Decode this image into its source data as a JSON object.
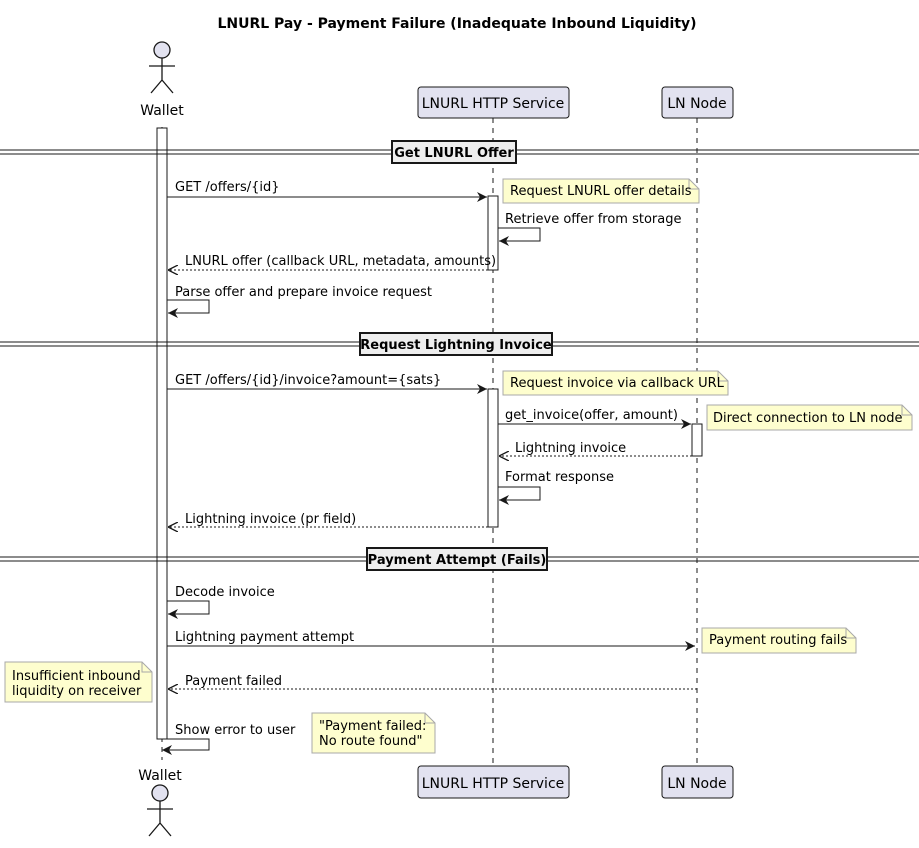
{
  "title": "LNURL Pay - Payment Failure (Inadequate Inbound Liquidity)",
  "participants": {
    "wallet": "Wallet",
    "service": "LNURL HTTP Service",
    "node": "LN Node"
  },
  "sections": [
    "Get LNURL Offer",
    "Request Lightning Invoice",
    "Payment Attempt (Fails)"
  ],
  "messages": [
    "GET /offers/{id}",
    "Retrieve offer from storage",
    "LNURL offer (callback URL, metadata, amounts)",
    "Parse offer and prepare invoice request",
    "GET /offers/{id}/invoice?amount={sats}",
    "get_invoice(offer, amount)",
    "Lightning invoice",
    "Format response",
    "Lightning invoice (pr field)",
    "Decode invoice",
    "Lightning payment attempt",
    "Payment failed",
    "Show error to user"
  ],
  "notes": [
    [
      "Request LNURL offer details"
    ],
    [
      "Request invoice via callback URL"
    ],
    [
      "Direct connection to LN node"
    ],
    [
      "Payment routing fails"
    ],
    [
      "Insufficient inbound",
      "liquidity on receiver"
    ],
    [
      "\"Payment failed:",
      "No route found\""
    ]
  ],
  "colors": {
    "participant_fill": "#e2e2f0",
    "participant_border": "#181818",
    "note_fill": "#fefece",
    "note_border": "#a8a8a8",
    "line": "#181818"
  }
}
